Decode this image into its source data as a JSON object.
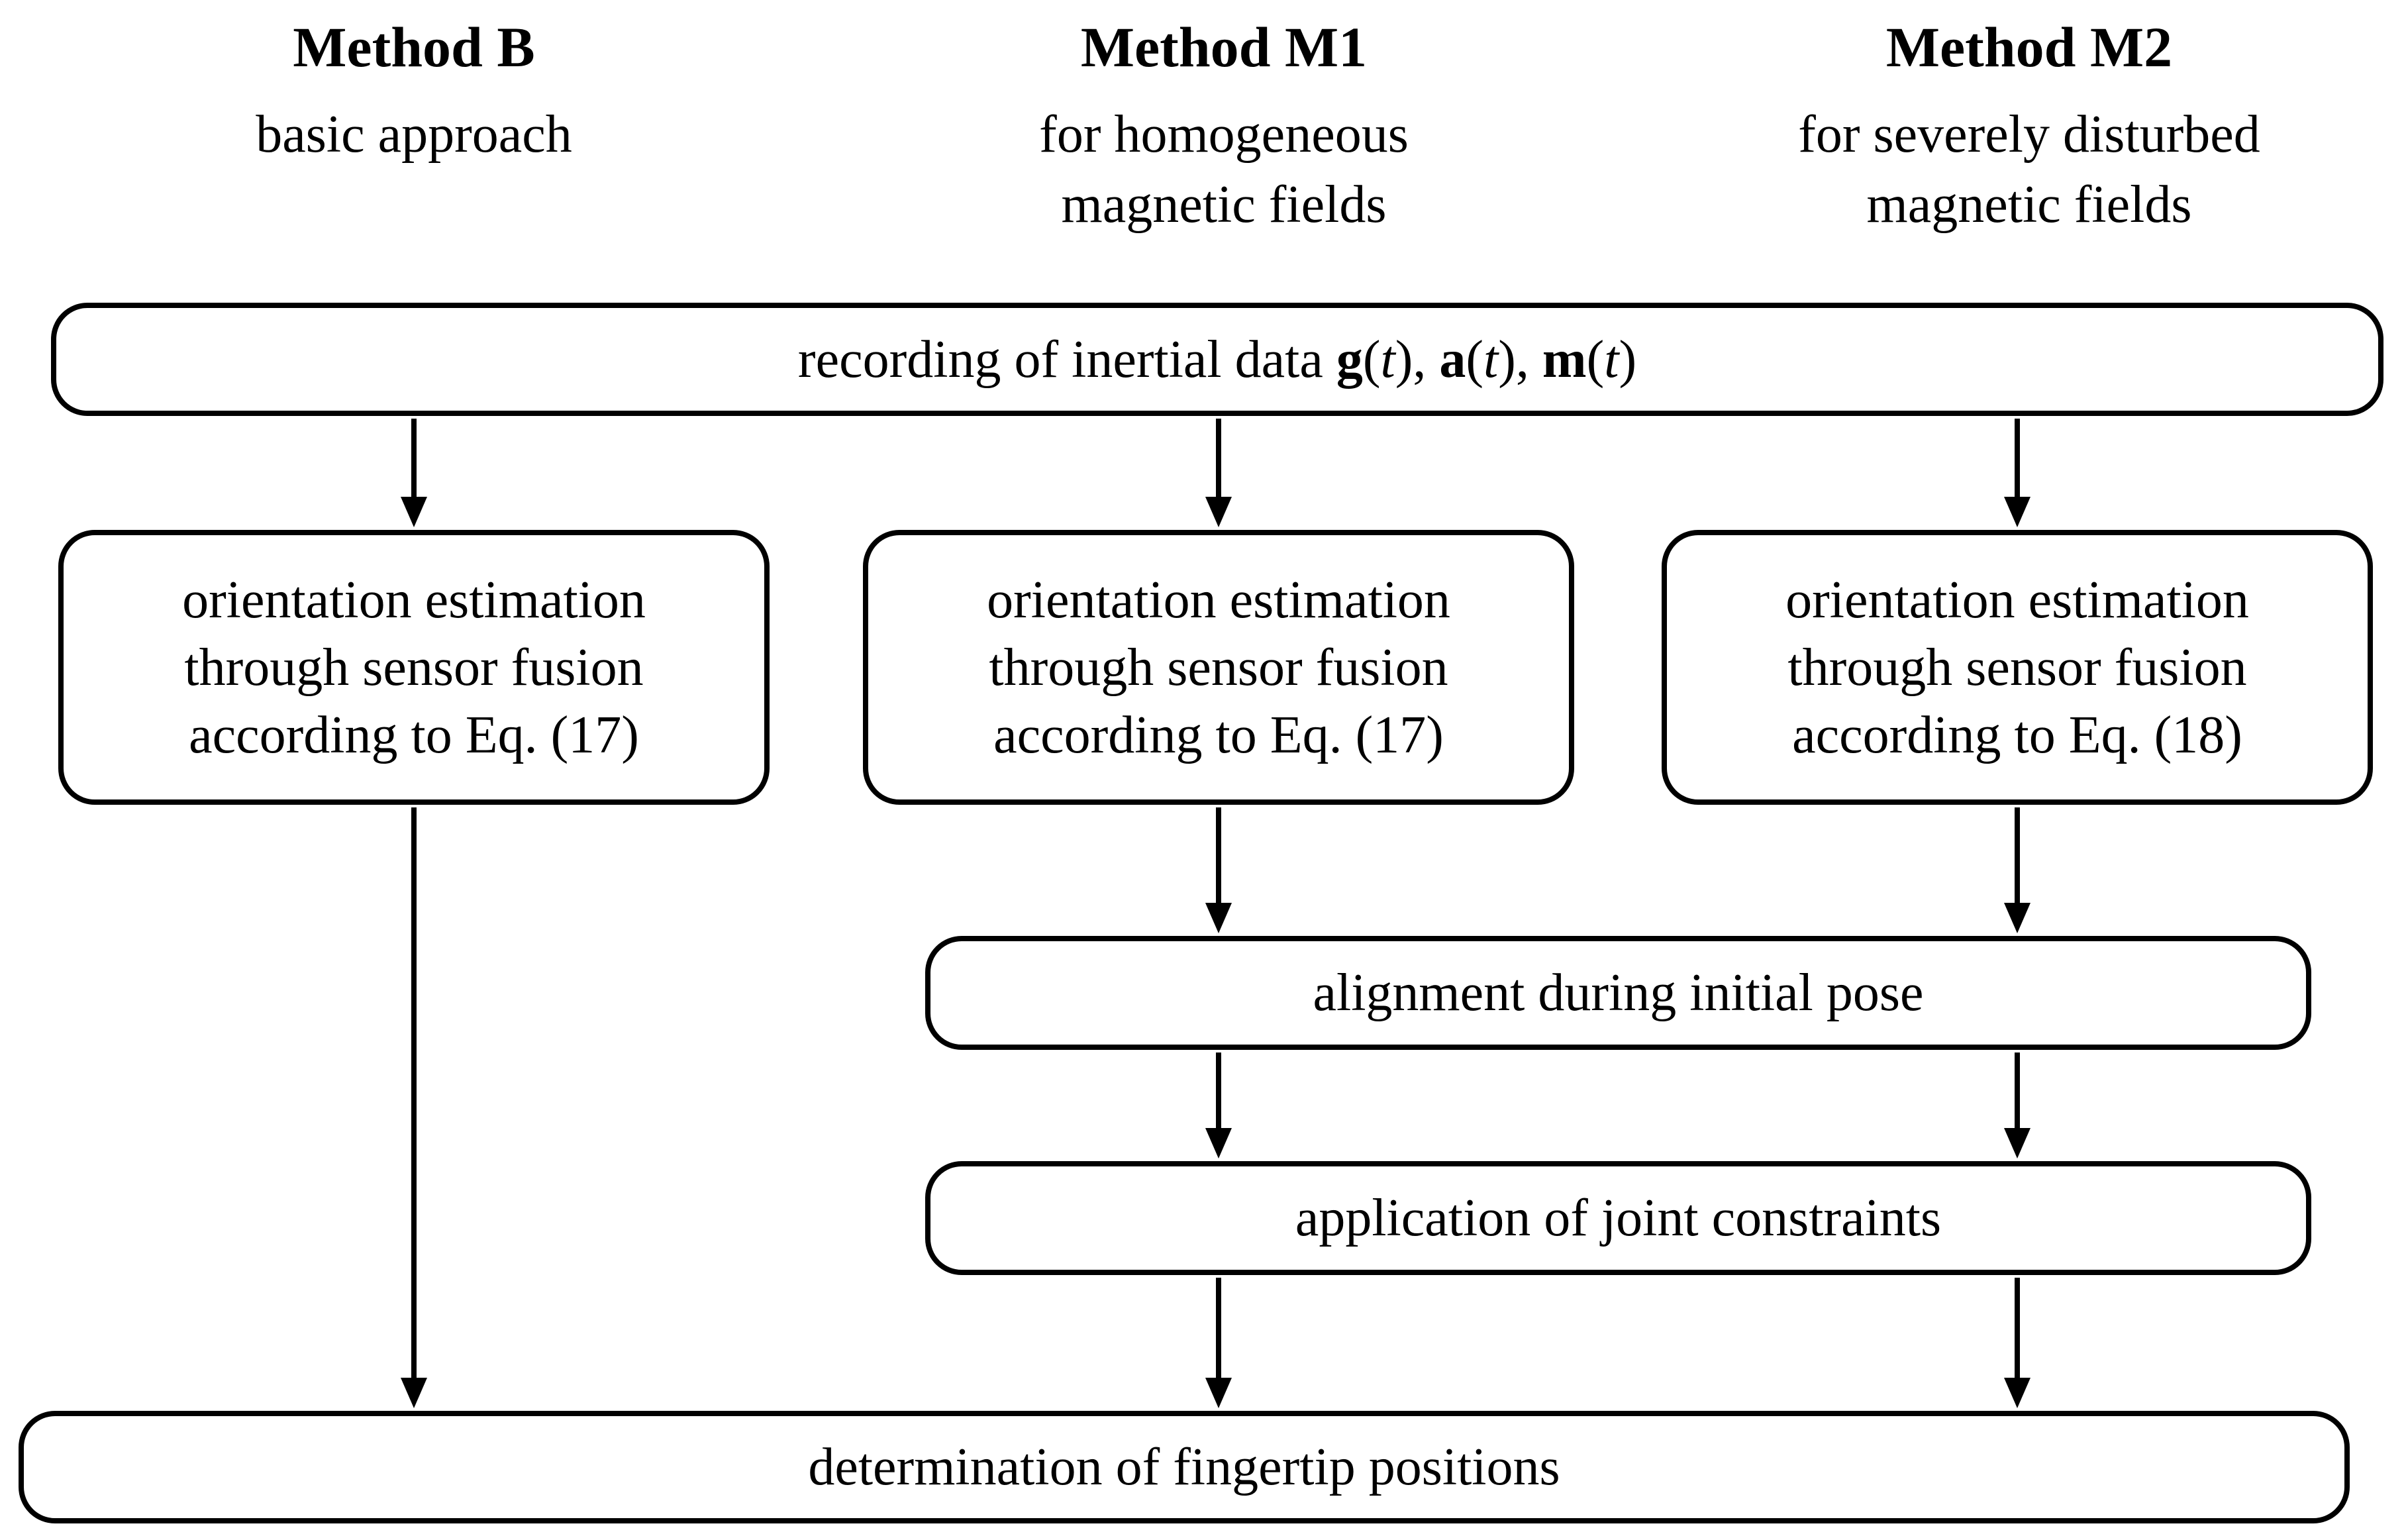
{
  "columns": [
    {
      "id": "B",
      "title": "Method B",
      "subtitle_lines": [
        "basic approach"
      ]
    },
    {
      "id": "M1",
      "title": "Method M1",
      "subtitle_lines": [
        "for homogeneous",
        "magnetic fields"
      ]
    },
    {
      "id": "M2",
      "title": "Method M2",
      "subtitle_lines": [
        "for severely disturbed",
        "magnetic fields"
      ]
    }
  ],
  "recording_box": {
    "plain_text": "recording of inertial data g(t), a(t), m(t)",
    "parts": [
      {
        "text": "recording of inertial data ",
        "style": "normal"
      },
      {
        "text": "g",
        "style": "bold"
      },
      {
        "text": "(",
        "style": "normal"
      },
      {
        "text": "t",
        "style": "italic"
      },
      {
        "text": ")",
        "style": "normal"
      },
      {
        "text": ", ",
        "style": "normal"
      },
      {
        "text": "a",
        "style": "bold"
      },
      {
        "text": "(",
        "style": "normal"
      },
      {
        "text": "t",
        "style": "italic"
      },
      {
        "text": ")",
        "style": "normal"
      },
      {
        "text": ", ",
        "style": "normal"
      },
      {
        "text": "m",
        "style": "bold"
      },
      {
        "text": "(",
        "style": "normal"
      },
      {
        "text": "t",
        "style": "italic"
      },
      {
        "text": ")",
        "style": "normal"
      }
    ]
  },
  "orientation_boxes": [
    {
      "column": "B",
      "lines": [
        "orientation estimation",
        "through sensor fusion",
        "according to Eq. (17)"
      ]
    },
    {
      "column": "M1",
      "lines": [
        "orientation estimation",
        "through sensor fusion",
        "according to Eq. (17)"
      ]
    },
    {
      "column": "M2",
      "lines": [
        "orientation estimation",
        "through sensor fusion",
        "according to Eq. (18)"
      ]
    }
  ],
  "alignment_box": {
    "label": "alignment during initial pose"
  },
  "constraints_box": {
    "label": "application of joint constraints"
  },
  "fingertip_box": {
    "label": "determination of fingertip positions"
  },
  "flow_edges": [
    {
      "from": "recording",
      "to": "orientation-B"
    },
    {
      "from": "recording",
      "to": "orientation-M1"
    },
    {
      "from": "recording",
      "to": "orientation-M2"
    },
    {
      "from": "orientation-B",
      "to": "fingertip"
    },
    {
      "from": "orientation-M1",
      "to": "alignment"
    },
    {
      "from": "orientation-M2",
      "to": "alignment"
    },
    {
      "from": "alignment",
      "to": "constraints",
      "lane": "M1"
    },
    {
      "from": "alignment",
      "to": "constraints",
      "lane": "M2"
    },
    {
      "from": "constraints",
      "to": "fingertip",
      "lane": "M1"
    },
    {
      "from": "constraints",
      "to": "fingertip",
      "lane": "M2"
    }
  ],
  "colors": {
    "ink": "#000000",
    "background": "#ffffff"
  }
}
